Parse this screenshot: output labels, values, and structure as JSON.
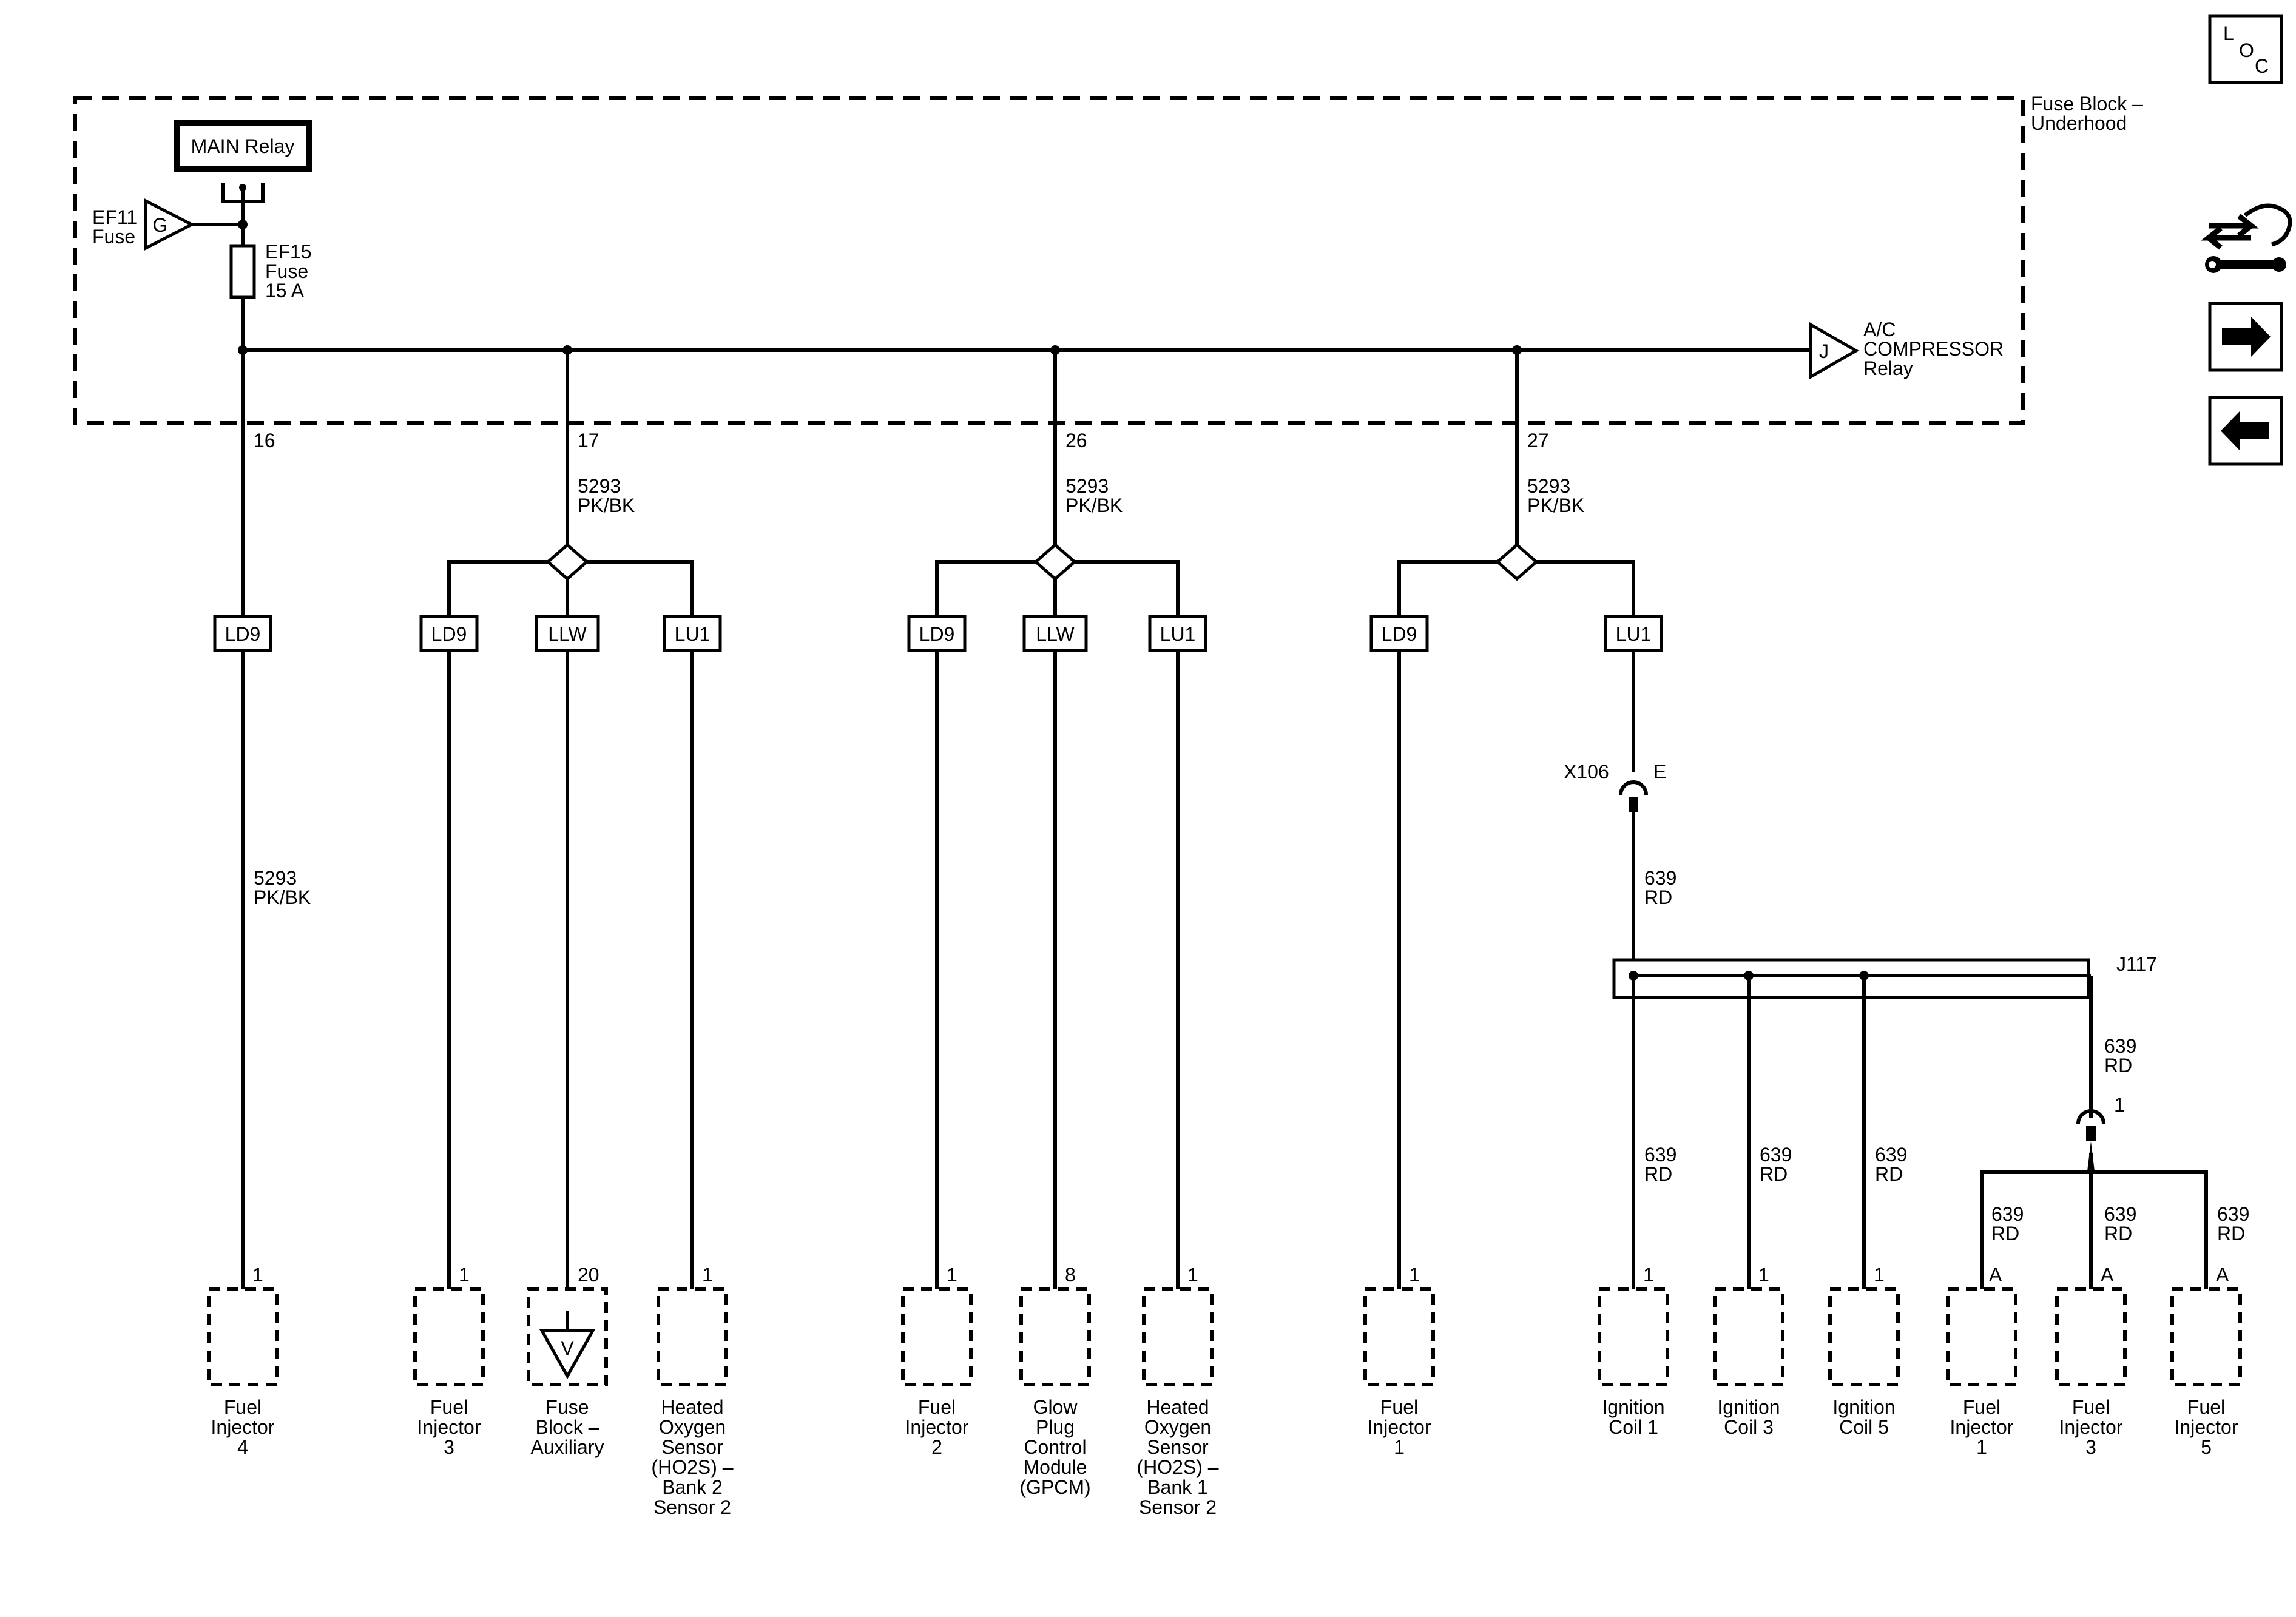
{
  "fuse_block": {
    "title_line1": "Fuse Block –",
    "title_line2": "Underhood",
    "main_relay": "MAIN Relay",
    "ef11_line1": "EF11",
    "ef11_line2": "Fuse",
    "ef11_pin": "G",
    "ef15_line1": "EF15",
    "ef15_line2": "Fuse",
    "ef15_line3": "15 A",
    "ac_pin": "J",
    "ac_line1": "A/C",
    "ac_line2": "COMPRESSOR",
    "ac_line3": "Relay"
  },
  "nav": {
    "loc_l": "L",
    "loc_o": "O",
    "loc_c": "C"
  },
  "pins": {
    "p16": "16",
    "p17": "17",
    "p26": "26",
    "p27": "27"
  },
  "wire": {
    "circuit_5293": "5293",
    "color_pkbk": "PK/BK",
    "circuit_639": "639",
    "color_rd": "RD"
  },
  "options": {
    "ld9": "LD9",
    "llw": "LLW",
    "lu1": "LU1"
  },
  "inline_connector": {
    "x106": "X106",
    "x106_pin": "E",
    "c1_pin": "1"
  },
  "splice": {
    "j117": "J117"
  },
  "component_pins": {
    "c_fi4": "1",
    "c_fi3a": "1",
    "c_fba": "20",
    "c_ho2s_b2": "1",
    "c_fi2": "1",
    "c_gpcm": "8",
    "c_ho2s_b1": "1",
    "c_fi1a": "1",
    "c_ic1": "1",
    "c_ic3": "1",
    "c_ic5": "1",
    "c_fi1b": "A",
    "c_fi3b": "A",
    "c_fi5": "A"
  },
  "fba_pin": "V",
  "components": {
    "fi4": [
      "Fuel",
      "Injector",
      "4"
    ],
    "fi3a": [
      "Fuel",
      "Injector",
      "3"
    ],
    "fba": [
      "Fuse",
      "Block –",
      "Auxiliary"
    ],
    "ho2s_b2": [
      "Heated",
      "Oxygen",
      "Sensor",
      "(HO2S)  –",
      "Bank 2",
      "Sensor 2"
    ],
    "fi2": [
      "Fuel",
      "Injector",
      "2"
    ],
    "gpcm": [
      "Glow",
      "Plug",
      "Control",
      "Module",
      "(GPCM)"
    ],
    "ho2s_b1": [
      "Heated",
      "Oxygen",
      "Sensor",
      "(HO2S)  –",
      "Bank 1",
      "Sensor 2"
    ],
    "fi1a": [
      "Fuel",
      "Injector",
      "1"
    ],
    "ic1": [
      "Ignition",
      "Coil 1"
    ],
    "ic3": [
      "Ignition",
      "Coil 3"
    ],
    "ic5": [
      "Ignition",
      "Coil 5"
    ],
    "fi1b": [
      "Fuel",
      "Injector",
      "1"
    ],
    "fi3b": [
      "Fuel",
      "Injector",
      "3"
    ],
    "fi5": [
      "Fuel",
      "Injector",
      "5"
    ]
  }
}
